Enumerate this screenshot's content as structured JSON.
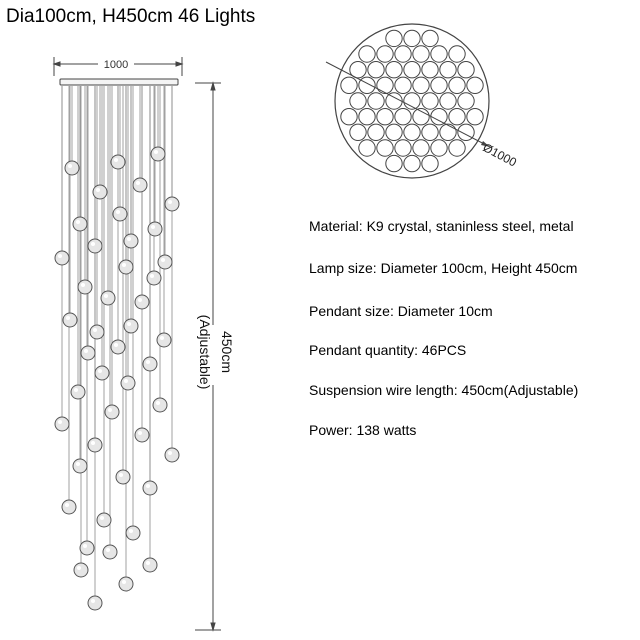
{
  "title": "Dia100cm, H450cm  46 Lights",
  "drawing": {
    "width_label": "1000",
    "height_label": "450cm",
    "adjustable_label": "(Adjustable)",
    "diameter_label": "Ø1000",
    "line_color": "#555555",
    "pendant_count": 46
  },
  "specs": [
    {
      "label": "Material: ",
      "value": "K9 crystal, staninless steel, metal"
    },
    {
      "label": "Lamp size: ",
      "value": "Diameter 100cm, Height 450cm"
    },
    {
      "label": "Pendant size: ",
      "value": "Diameter 10cm"
    },
    {
      "label": "Pendant quantity: ",
      "value": "46PCS"
    },
    {
      "label": "Suspension wire length: ",
      "value": "450cm(Adjustable)"
    },
    {
      "label": "Power: ",
      "value": "138 watts"
    }
  ]
}
